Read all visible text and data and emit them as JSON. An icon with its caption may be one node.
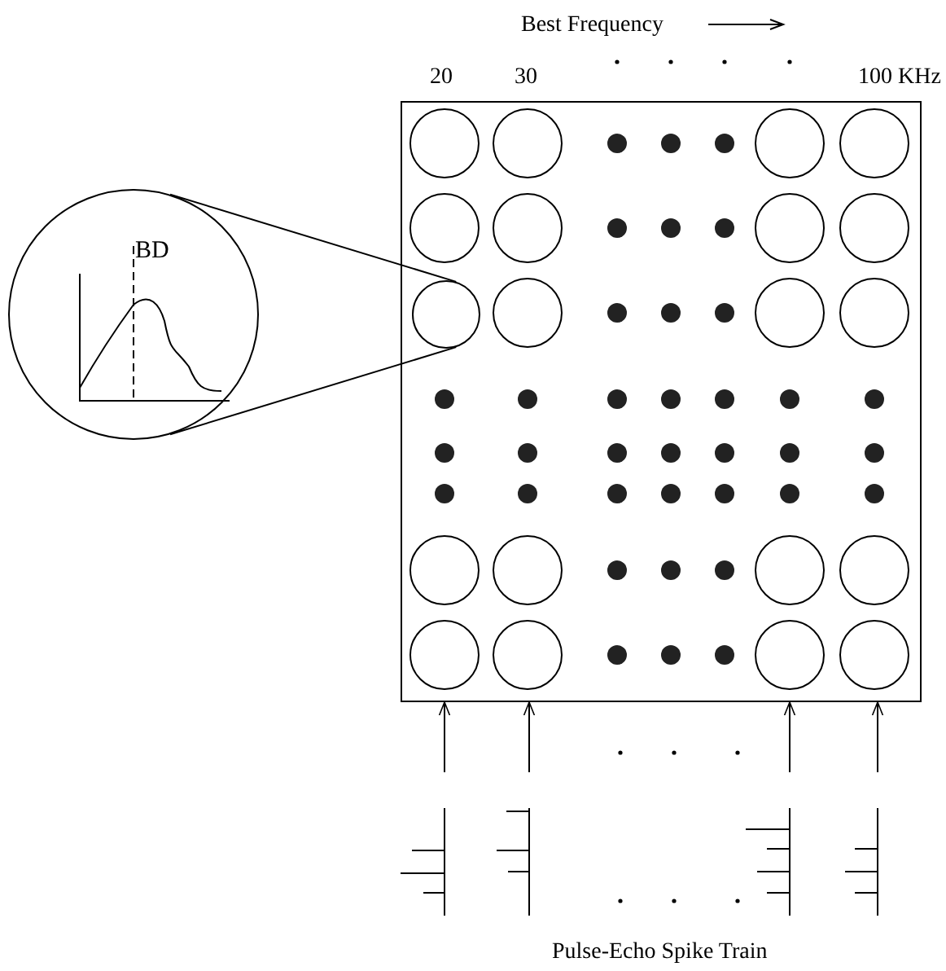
{
  "diagram": {
    "nodes": [
      {
        "text": [],
        "shape": "box"
      },
      {
        "text": [],
        "shape": "circle",
        "in": 0
      },
      {
        "text": [
          "BD"
        ]
      },
      {
        "text": [],
        "shape": "picture"
      },
      {
        "text": [],
        "shape": "picture"
      },
      {
        "text": [],
        "shape": "picture"
      },
      {
        "text": [],
        "shape": "picture"
      }
    ],
    "edges": [
      {
        "from": 2,
        "to": 1,
        "arrow": "none"
      },
      {
        "from": 2,
        "to": 1,
        "arrow": "none"
      },
      {
        "from": 3,
        "to": 0,
        "arrow": "to"
      },
      {
        "from": 4,
        "to": 0,
        "arrow": "to"
      },
      {
        "from": 5,
        "to": 0,
        "arrow": "to"
      },
      {
        "from": 6,
        "to": 0,
        "arrow": "to"
      }
    ],
    "labels": [
      "Best Frequency",
      "20",
      "30",
      "100 KHz",
      "Pulse-Echo Spike Train"
    ]
  }
}
